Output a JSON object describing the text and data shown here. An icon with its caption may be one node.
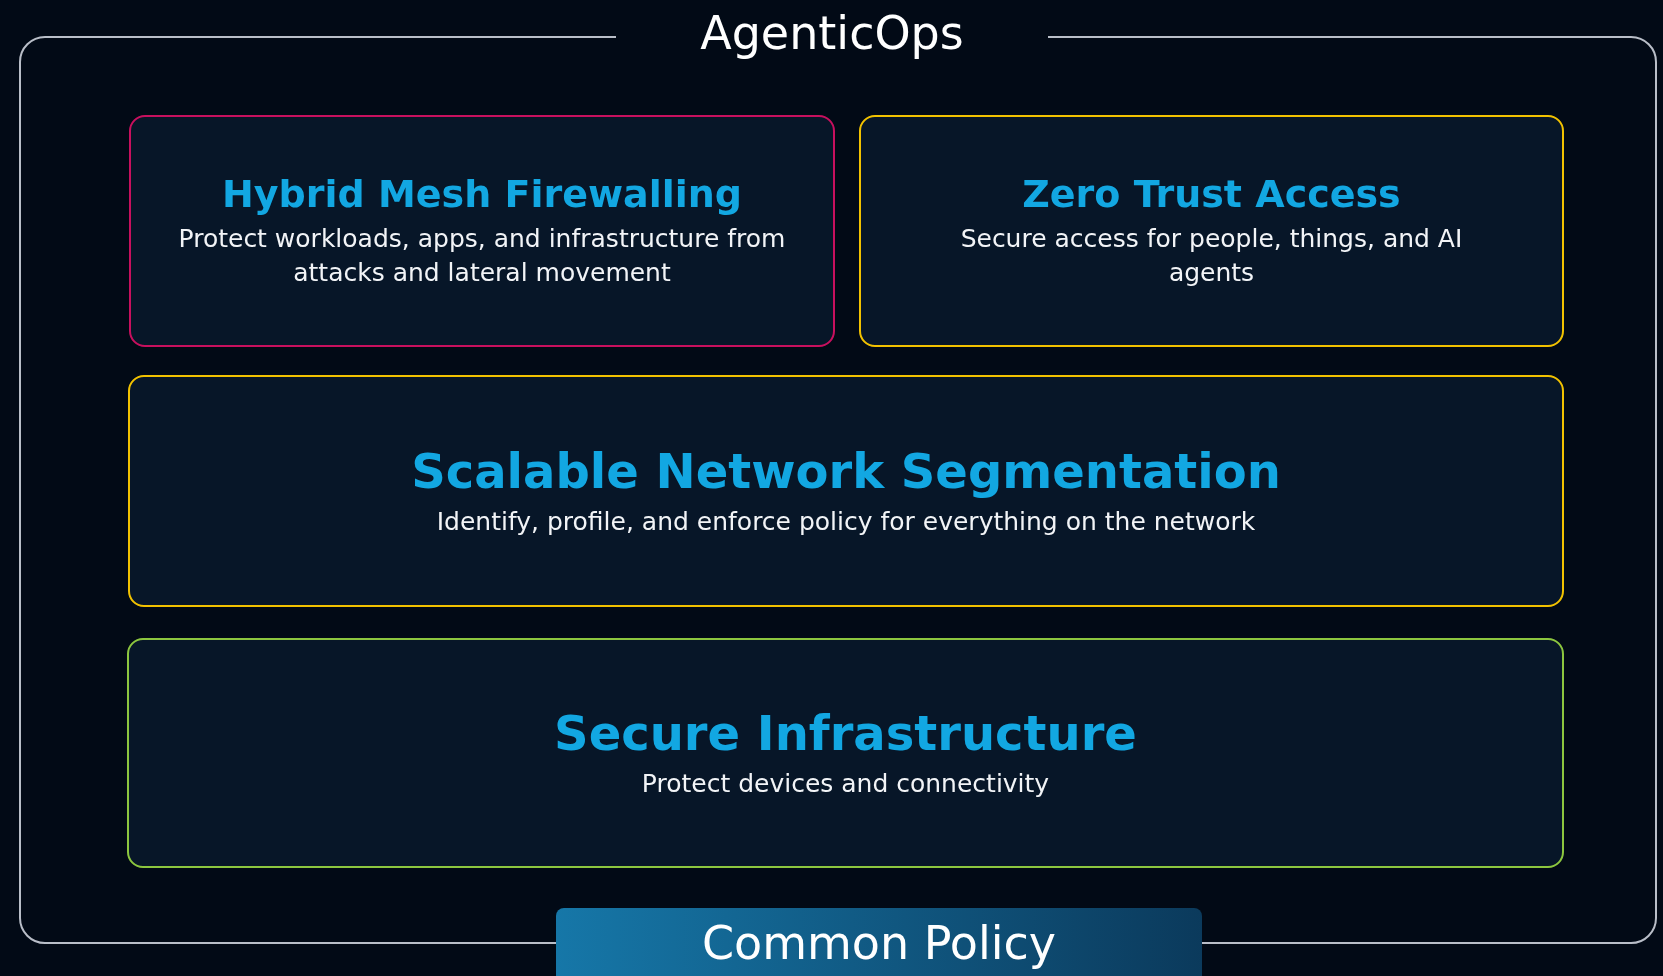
{
  "diagram": {
    "nodes": [
      {
        "text": [
          "AgenticOps"
        ]
      },
      {
        "text": [
          "Hybrid Mesh Firewalling",
          "Protect workloads, apps, and infrastructure from attacks and lateral movement"
        ],
        "in": 0
      },
      {
        "text": [
          "Zero Trust Access",
          "Secure access for people, things, and AI agents"
        ],
        "in": 0
      },
      {
        "text": [
          "Scalable Network Segmentation",
          "Identify, profile, and enforce policy for everything on the network"
        ],
        "in": 0
      },
      {
        "text": [
          "Secure Infrastructure",
          "Protect devices and connectivity"
        ],
        "in": 0
      },
      {
        "text": [
          "Common Policy"
        ]
      }
    ]
  }
}
